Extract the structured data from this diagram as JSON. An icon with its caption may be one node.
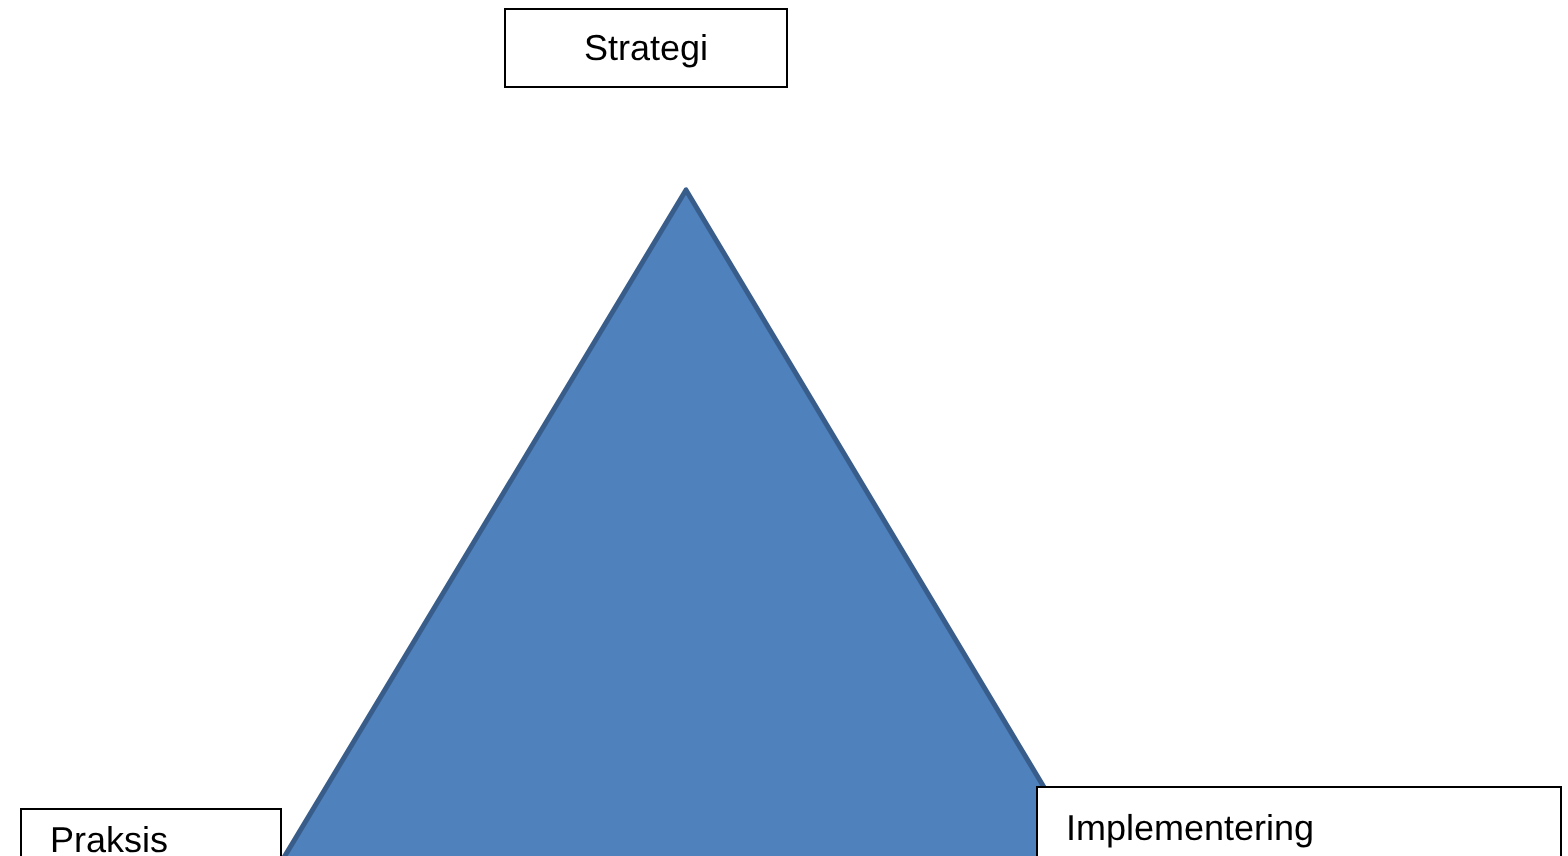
{
  "diagram": {
    "nodes": [
      {
        "text": [
          "Strategi"
        ]
      },
      {
        "text": [
          "Praksis"
        ]
      },
      {
        "text": [
          "Implementering"
        ]
      }
    ]
  }
}
